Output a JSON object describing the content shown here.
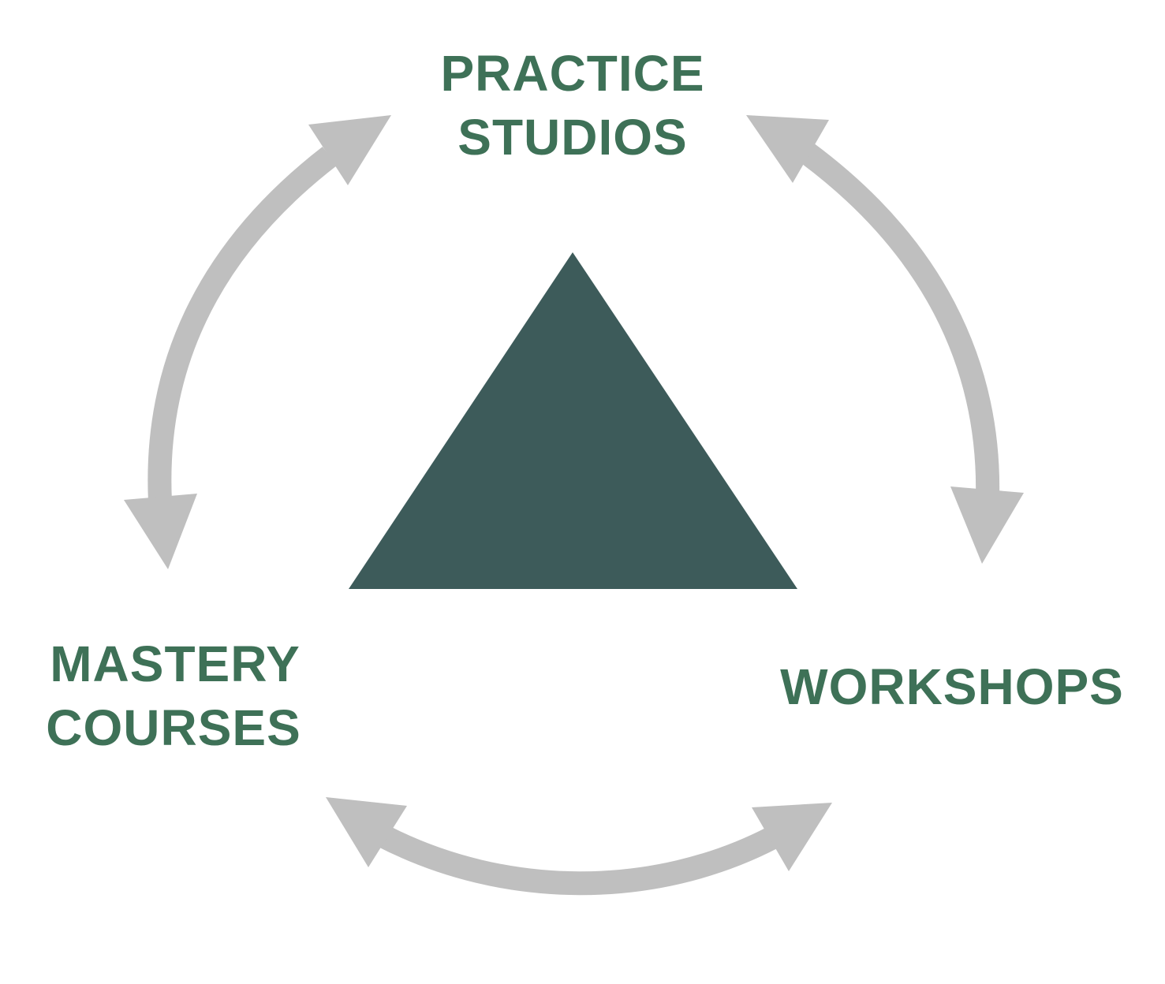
{
  "colors": {
    "label": "#3e7157",
    "triangle": "#3d5b5a",
    "arrow": "#bfbfbf",
    "background": "#ffffff"
  },
  "center_shape": {
    "shape": "triangle",
    "icon": "triangle-icon"
  },
  "nodes": {
    "practice_studios": {
      "line1": "PRACTICE",
      "line2": "STUDIOS"
    },
    "mastery_courses": {
      "line1": "MASTERY",
      "line2": "COURSES"
    },
    "workshops": {
      "line1": "WORKSHOPS"
    }
  },
  "connections": [
    {
      "from": "PRACTICE STUDIOS",
      "to": "MASTERY COURSES",
      "bidirectional": true
    },
    {
      "from": "PRACTICE STUDIOS",
      "to": "WORKSHOPS",
      "bidirectional": true
    },
    {
      "from": "MASTERY COURSES",
      "to": "WORKSHOPS",
      "bidirectional": true
    }
  ]
}
